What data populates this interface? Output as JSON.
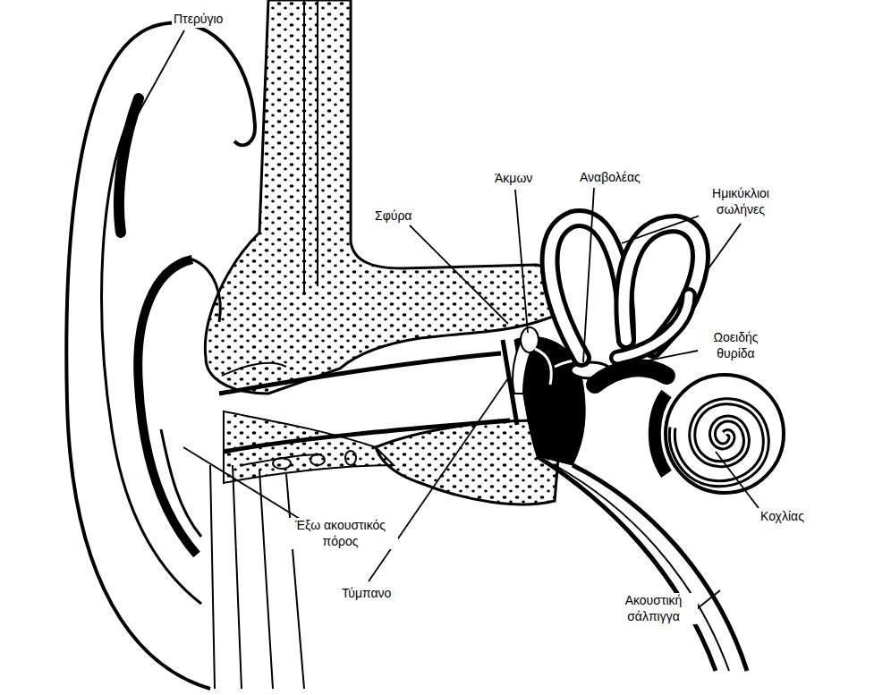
{
  "diagram": {
    "labels": [
      "Πτερύγιο",
      "Άκμων",
      "Αναβολέας",
      "Ημικύκλιοι σωλήνες",
      "Σφύρα",
      "Ωοειδής θυρίδα",
      "Κοχλίας",
      "Έξω ακουστικός πόρος",
      "Τύμπανο",
      "Ακουστική σάλπιγγα"
    ]
  }
}
